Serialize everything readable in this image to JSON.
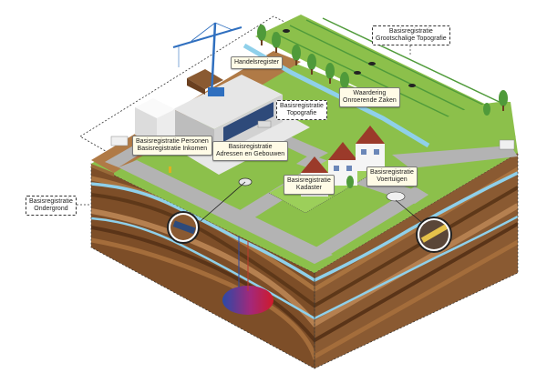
{
  "labels": {
    "handelsregister": [
      "Handelsregister"
    ],
    "topografie": [
      "Basisregistratie",
      "Topografie"
    ],
    "woz": [
      "Waardering",
      "Onroerende Zaken"
    ],
    "personen": [
      "Basisregistratie Personen",
      "Basisregistratie Inkomen"
    ],
    "adressen": [
      "Basisregistratie",
      "Adressen en Gebouwen"
    ],
    "kadaster": [
      "Basisregistratie",
      "Kadaster"
    ],
    "voertuigen": [
      "Basisregistratie",
      "Voertuigen"
    ],
    "grootschalig": [
      "Basisregistratie",
      "Grootschalige Topografie"
    ],
    "ondergrond": [
      "Basisregistratie",
      "Ondergrond"
    ]
  },
  "colors": {
    "grass": "#8cc04b",
    "grass_dark": "#6aa33a",
    "road": "#b3b3b3",
    "soil": "#8a5a32",
    "soil_dark": "#6b4020",
    "soil_light": "#b07a46",
    "water": "#8fd0ea",
    "field_stripe": "#4f9a3a",
    "plume_red": "#d01a2a",
    "plume_blue": "#2a4aa8",
    "crane": "#2f6fbf"
  }
}
